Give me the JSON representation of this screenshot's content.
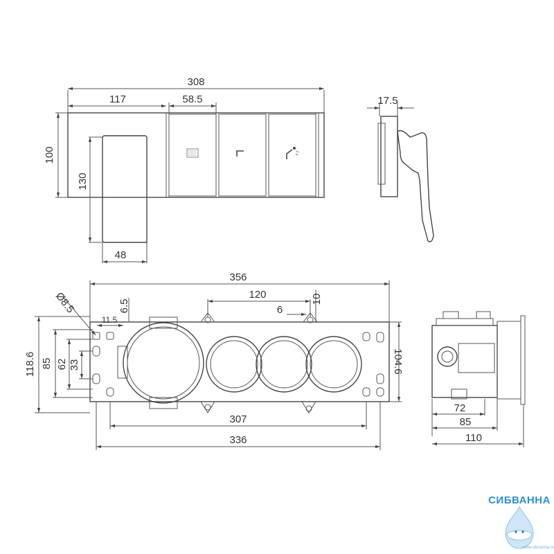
{
  "dimensions": {
    "front_total_width": "308",
    "front_block_width": "117",
    "button_width": "58.5",
    "side_depth": "17.5",
    "panel_height": "100",
    "handle_height": "130",
    "handle_width": "48",
    "box_total_width": "356",
    "button_spacing": "120",
    "offset_6": "6",
    "offset_10": "10",
    "hole_diameter": "Ø8.5",
    "offset_6_5": "6.5",
    "offset_11_5": "11.5",
    "box_height": "118.6",
    "mount_85": "85",
    "mount_62": "62",
    "mount_33": "33",
    "box_inner_height": "104.6",
    "mount_spacing_307": "307",
    "box_width_336": "336",
    "side_depth_72": "72",
    "side_depth_85": "85",
    "side_depth_110": "110"
  },
  "watermark": {
    "brand": "СИБВАННА",
    "url": "www.sibvanna.ru"
  },
  "icons": [
    "shower-head-icon",
    "spout-icon",
    "hand-shower-icon"
  ]
}
